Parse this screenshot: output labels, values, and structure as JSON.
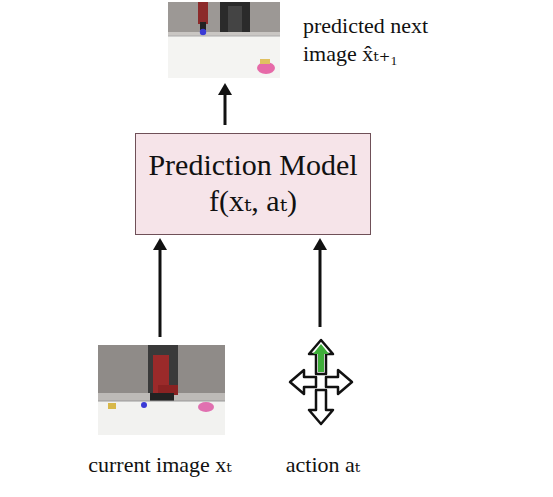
{
  "diagram": {
    "nodes": [
      {
        "text": [
          "predicted next image x̂ₜ₊₁"
        ]
      },
      {
        "text": [
          "Prediction Model",
          "f(xₜ, aₜ)"
        ]
      },
      {
        "text": [
          "current image xₜ"
        ]
      },
      {
        "text": [
          "action aₜ"
        ]
      }
    ],
    "edges": [
      {
        "from": 2,
        "to": 1,
        "arrow": "to"
      },
      {
        "from": 3,
        "to": 1,
        "arrow": "to"
      },
      {
        "from": 1,
        "to": 0,
        "arrow": "to"
      }
    ]
  }
}
